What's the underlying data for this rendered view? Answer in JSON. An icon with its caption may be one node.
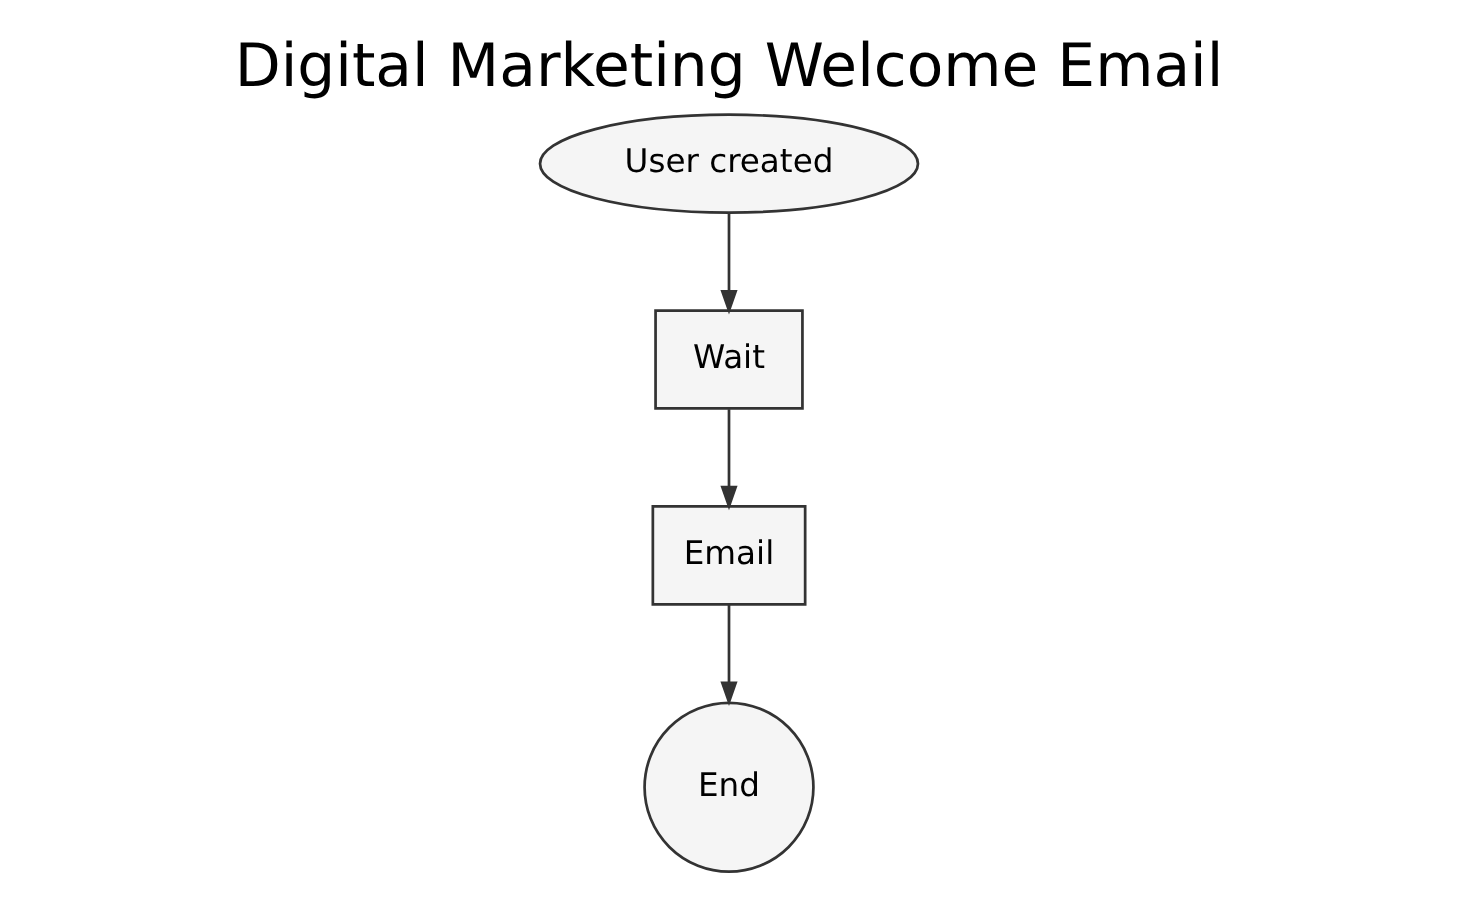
{
  "diagram": {
    "title": "Digital Marketing Welcome Email",
    "nodes": [
      {
        "text": [
          "User created"
        ]
      },
      {
        "text": [
          "Wait"
        ]
      },
      {
        "text": [
          "Email"
        ]
      },
      {
        "text": [
          "End"
        ]
      }
    ],
    "edges": [
      {
        "from": 0,
        "to": 1,
        "arrow": "to"
      },
      {
        "from": 1,
        "to": 2,
        "arrow": "to"
      },
      {
        "from": 2,
        "to": 3,
        "arrow": "to"
      }
    ]
  }
}
